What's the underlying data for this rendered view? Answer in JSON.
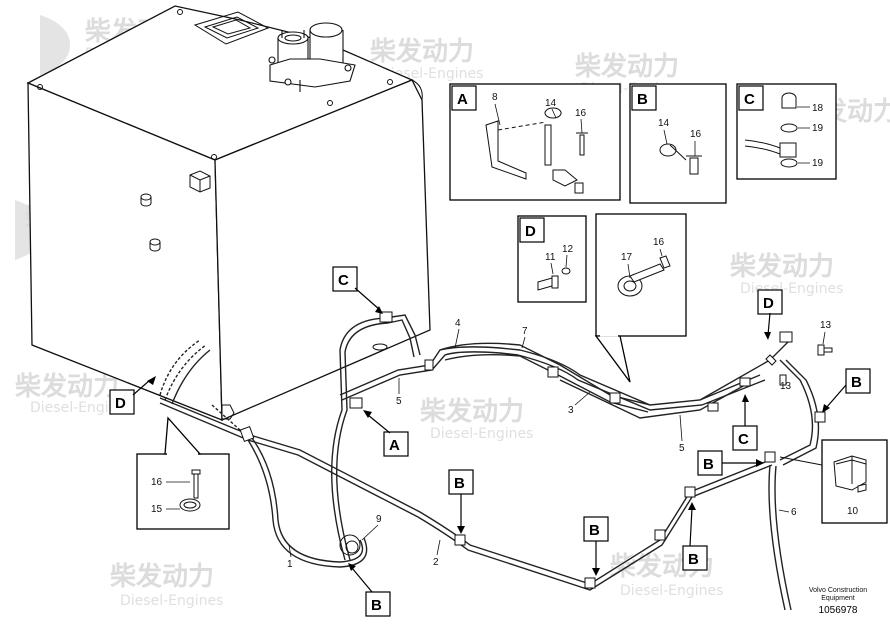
{
  "watermark": {
    "cn": "柴发动力",
    "en": "Diesel-Engines"
  },
  "callout_letters": {
    "a": "A",
    "b": "B",
    "c": "C",
    "d": "D"
  },
  "part_numbers": {
    "p1": "1",
    "p2": "2",
    "p3": "3",
    "p4": "4",
    "p5": "5",
    "p6": "6",
    "p7": "7",
    "p8": "8",
    "p9": "9",
    "p10": "10",
    "p11": "11",
    "p12": "12",
    "p13": "13",
    "p14": "14",
    "p15": "15",
    "p16": "16",
    "p17": "17",
    "p18": "18",
    "p19": "19"
  },
  "footer": {
    "company_line1": "Volvo Construction",
    "company_line2": "Equipment",
    "document_number": "1056978"
  }
}
